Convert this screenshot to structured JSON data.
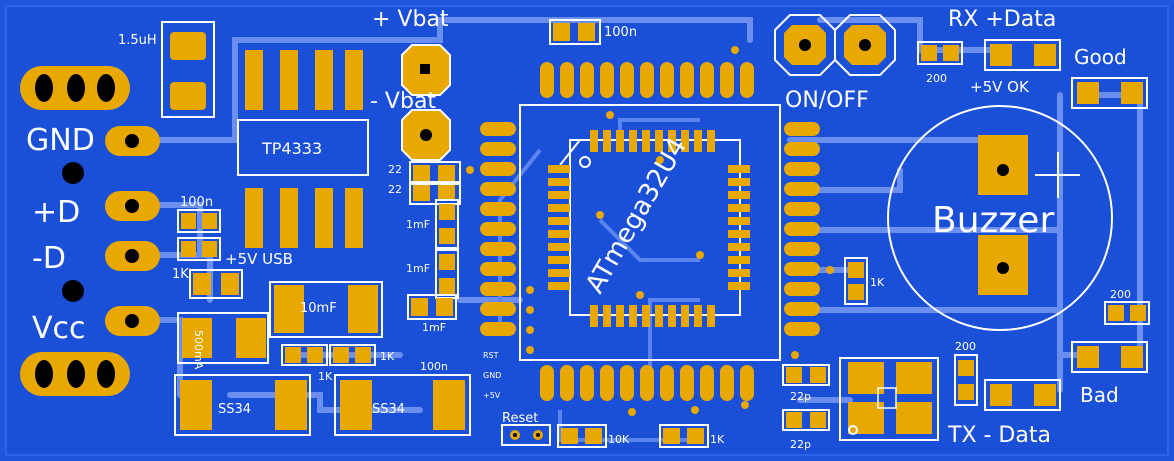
{
  "board": {
    "labels": {
      "inductor": "1.5uH",
      "cap_100n_a": "100n",
      "cap_100n_b": "100n",
      "cap_100n_c": "100n",
      "r_1k_a": "1K",
      "r_1k_b": "1K",
      "r_1k_c": "1K",
      "r_1k_d": "1K",
      "r_1k_e": "1K",
      "r_10k": "10K",
      "r_22_a": "22",
      "r_22_b": "22",
      "r_200_a": "200",
      "r_200_b": "200",
      "r_200_c": "200",
      "cap_1mf_a": "1mF",
      "cap_1mf_b": "1mF",
      "cap_1mf_c": "1mF",
      "cap_10mf": "10mF",
      "cap_22p_a": "22p",
      "cap_22p_b": "22p",
      "fuse": "500mA",
      "diode_a": "SS34",
      "diode_b": "SS34",
      "charger_ic": "TP4333",
      "mcu": "ATmega32U4",
      "buzzer": "Buzzer",
      "vbat_plus": "+ Vbat",
      "vbat_minus": "- Vbat",
      "on_off": "ON/OFF",
      "rx": "RX +Data",
      "tx": "TX - Data",
      "good": "Good",
      "bad": "Bad",
      "ok": "+5V OK",
      "usb5v": "+5V USB",
      "gnd": "GND",
      "dplus": "+D",
      "dminus": "-D",
      "vcc": "Vcc",
      "reset": "Reset",
      "rst": "RST",
      "gnd_small": "GND",
      "v5_small": "+5V"
    }
  }
}
